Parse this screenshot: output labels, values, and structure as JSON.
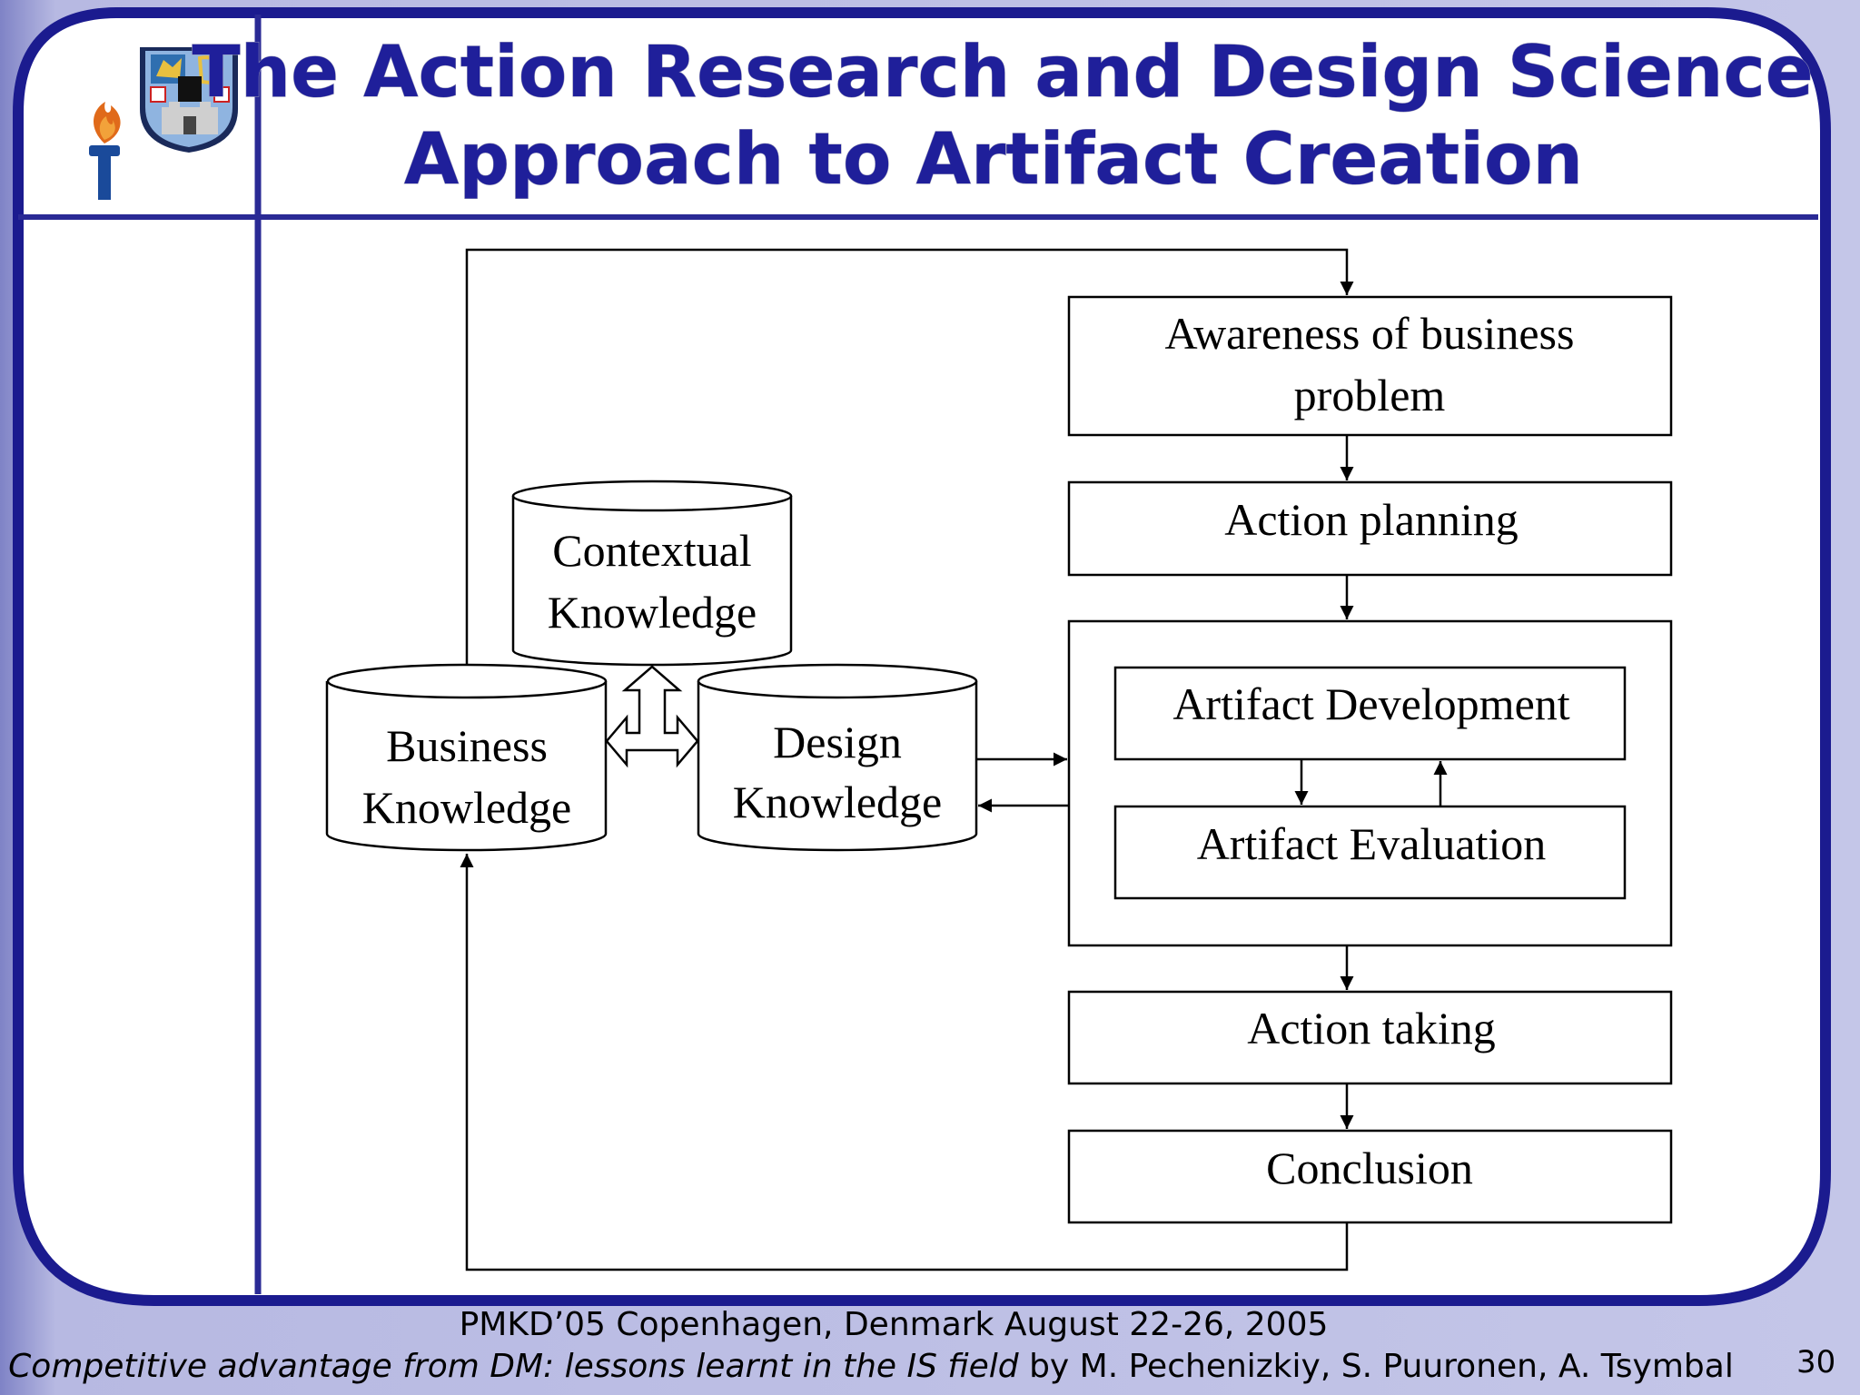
{
  "slide": {
    "title_line1": "The Action Research and Design Science",
    "title_line2": "Approach to Artifact Creation",
    "slide_number": "30",
    "colors": {
      "frame": "#1b1b8f",
      "title": "#1f1f9a",
      "background": "#c4c6e8"
    }
  },
  "diagram": {
    "stores": {
      "contextual": [
        "Contextual",
        "Knowledge"
      ],
      "business": [
        "Business",
        "Knowledge"
      ],
      "design": [
        "Design",
        "Knowledge"
      ]
    },
    "steps": {
      "awareness": [
        "Awareness of business",
        "problem"
      ],
      "action_planning": "Action planning",
      "artifact_development": "Artifact Development",
      "artifact_evaluation": "Artifact Evaluation",
      "action_taking": "Action taking",
      "conclusion": "Conclusion"
    }
  },
  "footer": {
    "line1": "PMKD’05  Copenhagen, Denmark  August 22-26, 2005",
    "paper_title": "Competitive advantage from DM: lessons learnt in the IS field",
    "authors": "  by M. Pechenizkiy, S. Puuronen, A. Tsymbal"
  },
  "logos": {
    "left_icon": "torch-icon",
    "right_icon": "coat-of-arms-icon"
  }
}
